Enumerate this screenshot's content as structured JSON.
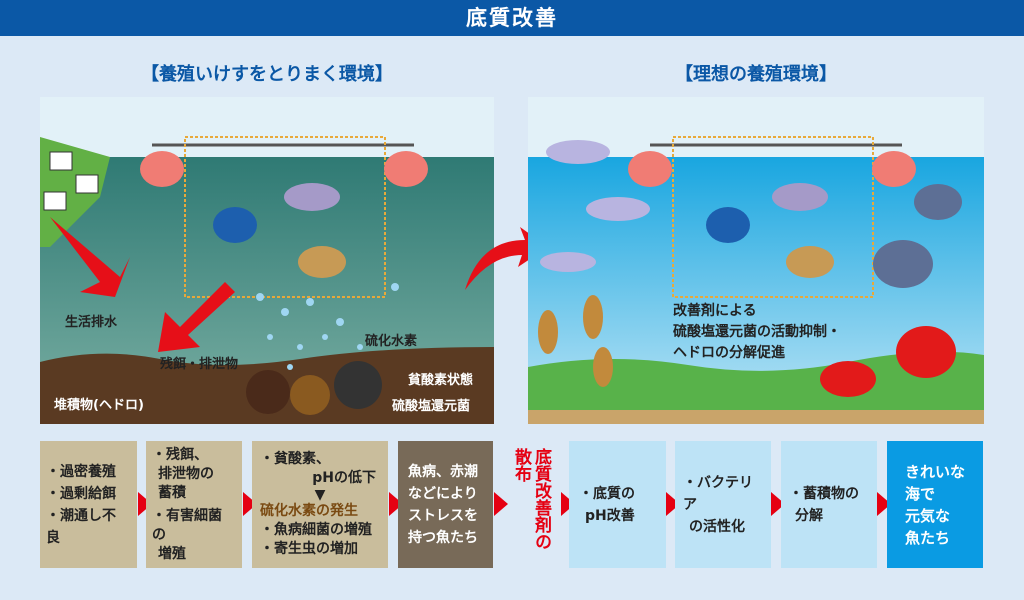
{
  "title": "底質改善",
  "left": {
    "heading": "【養殖いけすをとりまく環境】",
    "labels": {
      "domestic_wastewater": "生活排水",
      "leftover_feed": "残餌・排泄物",
      "hydrogen_sulfide": "硫化水素",
      "hypoxia": "貧酸素状態",
      "sediment": "堆積物(ヘドロ)",
      "sulfate_bacteria": "硫酸塩還元菌"
    }
  },
  "right": {
    "heading": "【理想の養殖環境】",
    "caption": [
      "改善剤による",
      "硫酸塩還元菌の活動抑制・",
      "ヘドロの分解促進"
    ]
  },
  "flow": {
    "box1": [
      "・過密養殖",
      "・過剰給餌",
      "・潮通し不良"
    ],
    "box2": [
      "・残餌、",
      "排泄物の",
      "蓄積",
      "・有害細菌の",
      "増殖"
    ],
    "box3": {
      "line1": "・貧酸素、",
      "line2": "pHの低下",
      "arrow": "▼",
      "highlight": "硫化水素の発生",
      "line3": "・魚病細菌の増殖",
      "line4": "・寄生虫の増加"
    },
    "box4": [
      "魚病、赤潮",
      "などにより",
      "ストレスを",
      "持つ魚たち"
    ],
    "treatment_col1": "底質改善剤の",
    "treatment_col2": "散布",
    "box5": [
      "・底質の",
      "pH改善"
    ],
    "box6": [
      "・バクテリア",
      "の活性化"
    ],
    "box7": [
      "・蓄積物の",
      "分解"
    ],
    "box8": [
      "きれいな",
      "海で",
      "元気な",
      "魚たち"
    ]
  },
  "colors": {
    "title": "#0b58a6",
    "arrow": "#e50012",
    "highlight": "#7a4a12"
  }
}
